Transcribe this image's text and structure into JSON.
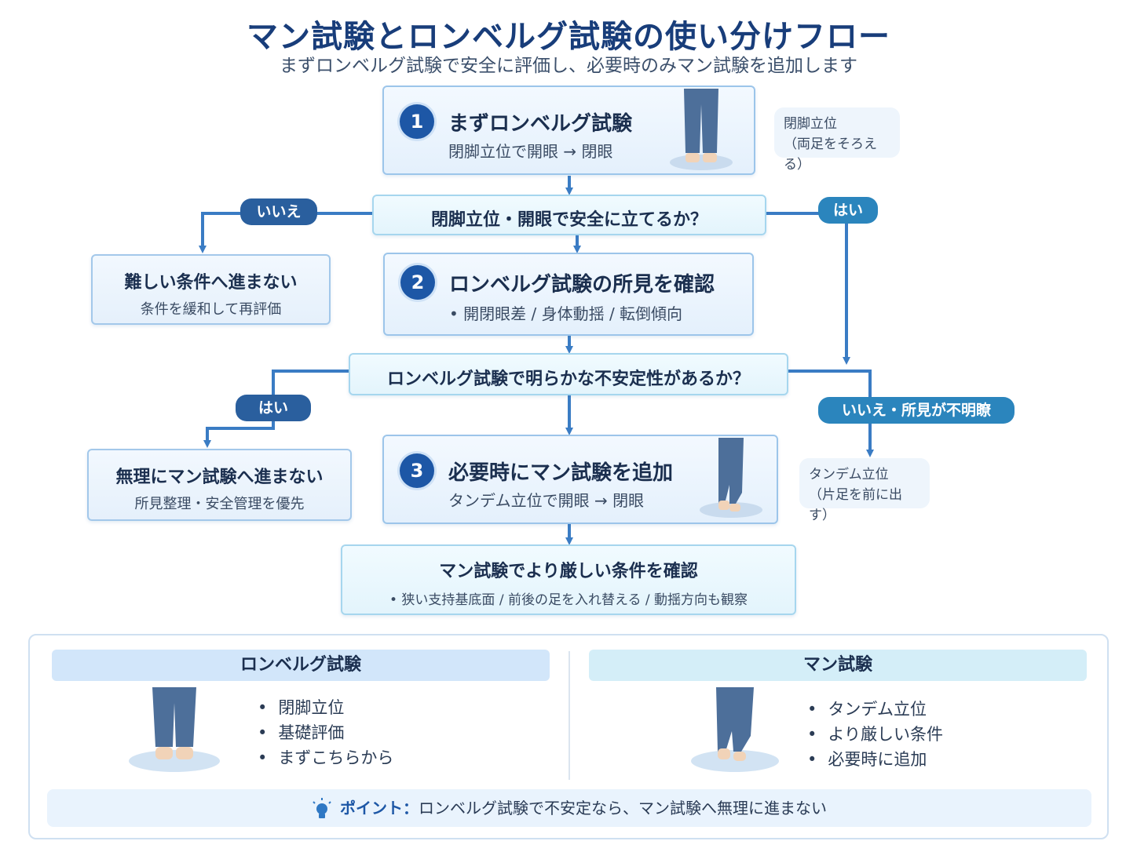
{
  "title": "マン試験とロンベルグ試験の使い分けフロー",
  "subtitle": "まずロンベルグ試験で安全に評価し、必要時のみマン試験を追加します",
  "step1": {
    "number": "1",
    "title": "まずロンベルグ試験",
    "sub": "閉脚立位で開眼 → 閉眼"
  },
  "note1": {
    "line1": "閉脚立位",
    "line2": "（両足をそろえる）"
  },
  "q1": {
    "text": "閉脚立位・開眼で安全に立てるか？",
    "no_label": "いいえ",
    "yes_label": "はい"
  },
  "fail1": {
    "title": "難しい条件へ進まない",
    "sub": "条件を緩和して再評価"
  },
  "step2": {
    "number": "2",
    "title": "ロンベルグ試験の所見を確認",
    "sub": "• 開閉眼差 / 身体動揺 / 転倒傾向"
  },
  "q2": {
    "text": "ロンベルグ試験で明らかな不安定性があるか？",
    "yes_label": "はい",
    "no_label": "いいえ・所見が不明瞭"
  },
  "fail2": {
    "title": "無理にマン試験へ進まない",
    "sub": "所見整理・安全管理を優先"
  },
  "step3": {
    "number": "3",
    "title": "必要時にマン試験を追加",
    "sub": "タンデム立位で開眼 → 閉眼"
  },
  "note3": {
    "line1": "タンデム立位",
    "line2": "（片足を前に出す）"
  },
  "final": {
    "title": "マン試験でより厳しい条件を確認",
    "sub": "• 狭い支持基底面 / 前後の足を入れ替える / 動揺方向も観察"
  },
  "legend": {
    "left": {
      "title": "ロンベルグ試験",
      "items": [
        "閉脚立位",
        "基礎評価",
        "まずこちらから"
      ]
    },
    "right": {
      "title": "マン試験",
      "items": [
        "タンデム立位",
        "より厳しい条件",
        "必要時に追加"
      ]
    },
    "point_label": "ポイント：",
    "point_text": "ロンベルグ試験で不安定なら、マン試験へ無理に進まない"
  },
  "colors": {
    "primary": "#1d57a6",
    "arrow": "#3a7cc4",
    "title": "#183d7a"
  },
  "icons": [
    "legs-together-icon",
    "legs-tandem-icon",
    "lightbulb-icon"
  ]
}
